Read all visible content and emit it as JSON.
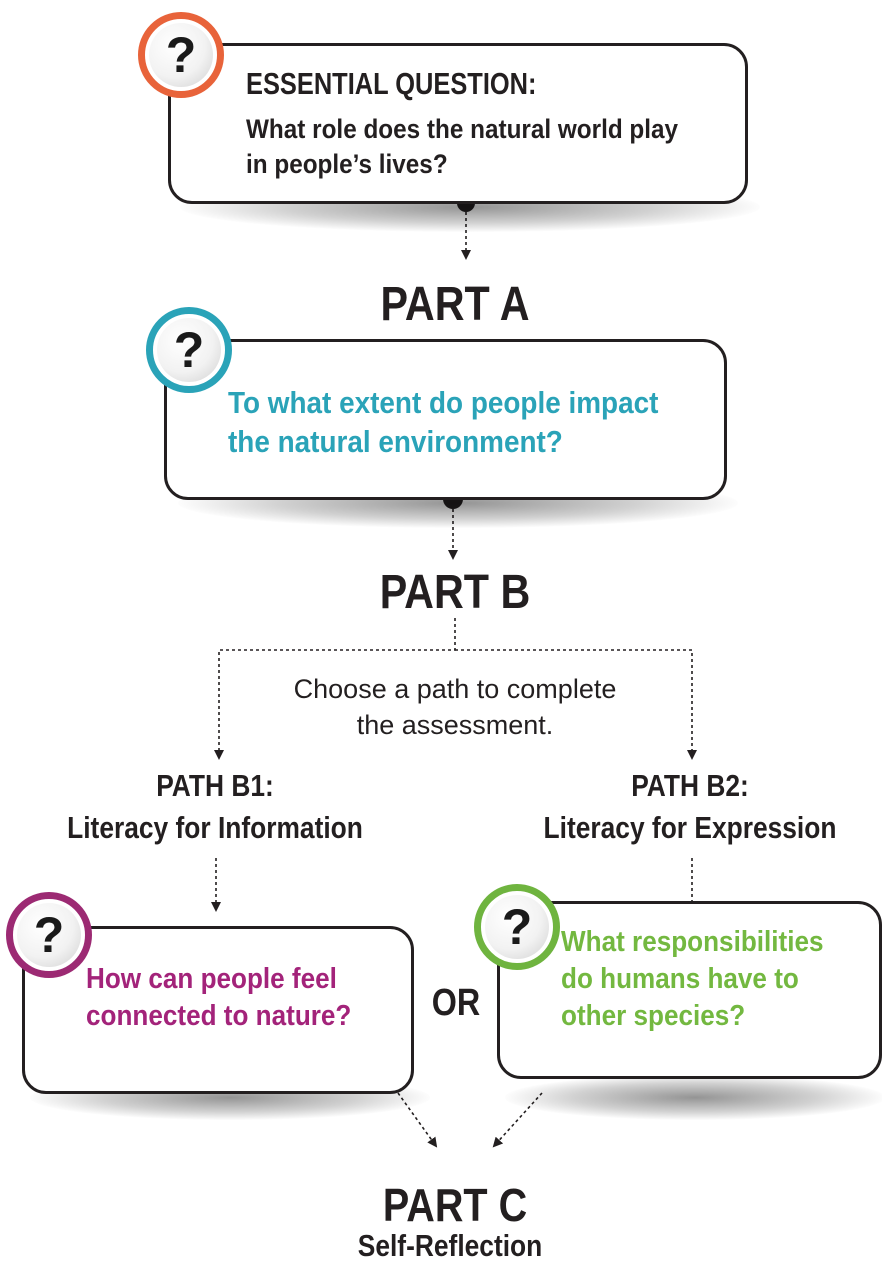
{
  "essential": {
    "label": "ESSENTIAL QUESTION:",
    "question_line1": "What role does the natural world play",
    "question_line2": "in people’s lives?"
  },
  "part_a": {
    "title": "PART A",
    "question_line1": "To what extent do people impact",
    "question_line2": "the natural environment?"
  },
  "part_b": {
    "title": "PART B",
    "instruction_line1": "Choose a path to complete",
    "instruction_line2": "the assessment."
  },
  "path_b1": {
    "title_line1": "PATH B1:",
    "title_line2": "Literacy for Information",
    "question_line1": "How can people feel",
    "question_line2": "connected to nature?"
  },
  "path_b2": {
    "title_line1": "PATH B2:",
    "title_line2": "Literacy for Expression",
    "question_line1": "What responsibilities",
    "question_line2": "do humans have to",
    "question_line3": "other species?"
  },
  "or_label": "OR",
  "part_c": {
    "title": "PART C",
    "subtitle": "Self-Reflection"
  },
  "badge_glyph": "?",
  "colors": {
    "essential_ring": "#e8633a",
    "part_a_ring": "#2aa3b8",
    "b1_ring": "#9c2a73",
    "b2_ring": "#6fb43f",
    "part_a_text": "#2aa3b8",
    "b1_text": "#a3237a",
    "b2_text": "#73b840",
    "ink": "#231f20"
  }
}
